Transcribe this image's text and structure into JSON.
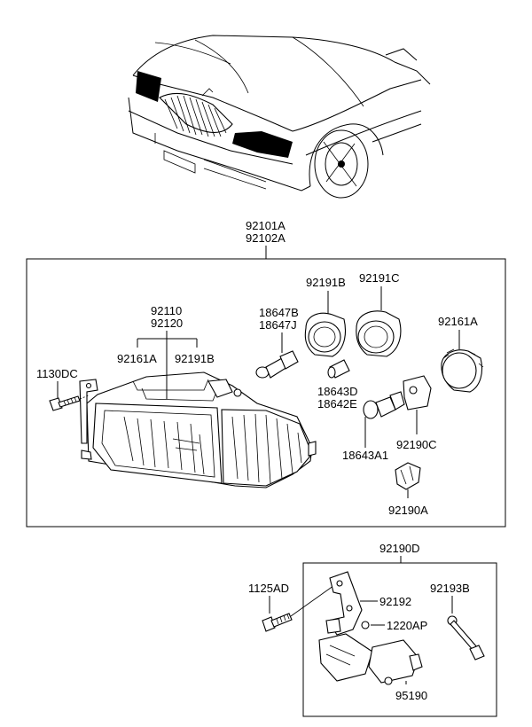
{
  "labels": {
    "assembly_left": "92101A",
    "assembly_right": "92102A",
    "housing_left": "92110",
    "housing_right": "92120",
    "lamp_socket_a": "92161A",
    "lamp_socket_b": "92191B",
    "screw_1130": "1130DC",
    "cover_92191b": "92191B",
    "cover_92191c": "92191C",
    "bulb_18647b": "18647B",
    "bulb_18647j": "18647J",
    "cap_92161a": "92161A",
    "bulb_18643d": "18643D",
    "bulb_18642e": "18642E",
    "bulb_18643a1": "18643A1",
    "connector_92190c": "92190C",
    "connector_92190a": "92190A",
    "bracket_kit": "92190D",
    "screw_1125": "1125AD",
    "bracket_92192": "92192",
    "nut_1220": "1220AP",
    "rod_92193b": "92193B",
    "motor_95190": "95190"
  }
}
